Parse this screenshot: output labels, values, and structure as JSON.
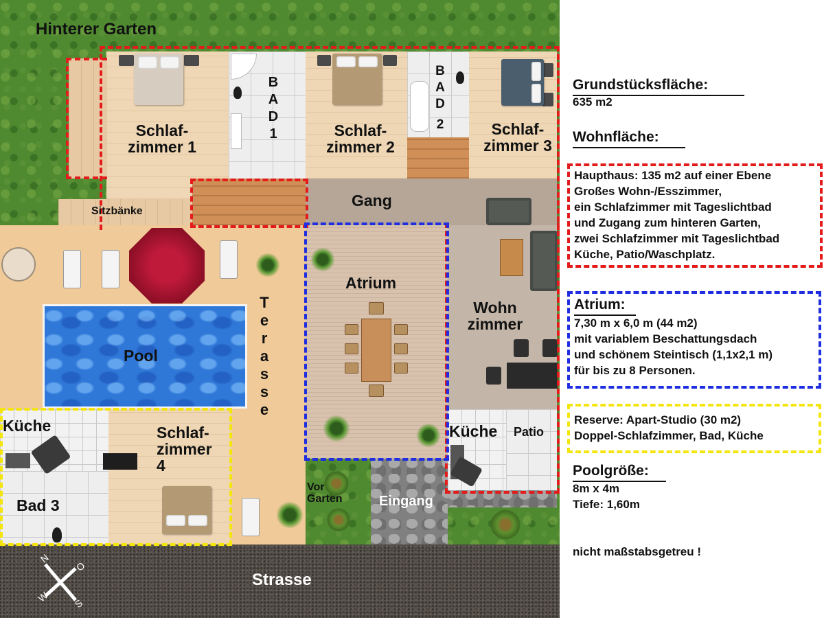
{
  "plan": {
    "hinterer_garten": "Hinterer Garten",
    "schlafzimmer_1": [
      "Schlaf-",
      "zimmer 1"
    ],
    "bad_1": [
      "B",
      "A",
      "D",
      "1"
    ],
    "schlafzimmer_2": [
      "Schlaf-",
      "zimmer 2"
    ],
    "bad_2": [
      "B",
      "A",
      "D",
      "2"
    ],
    "schlafzimmer_3": [
      "Schlaf-",
      "zimmer 3"
    ],
    "sitzbaenke": "Sitzbänke",
    "gang": "Gang",
    "atrium": "Atrium",
    "wohnzimmer": [
      "Wohn",
      "zimmer"
    ],
    "terasse": [
      "T",
      "e",
      "r",
      "a",
      "s",
      "s",
      "e"
    ],
    "pool": "Pool",
    "kueche_links": "Küche",
    "schlafzimmer_4": [
      "Schlaf-",
      "zimmer",
      "4"
    ],
    "bad_3": "Bad 3",
    "vorgarten": [
      "Vor",
      "Garten"
    ],
    "eingang": "Eingang",
    "kueche_rechts": "Küche",
    "patio": "Patio",
    "strasse": "Strasse",
    "compass": {
      "n": "N",
      "o": "O",
      "s": "S",
      "w": "W"
    }
  },
  "info": {
    "grundstueck_title": "Grundstücksfläche:",
    "grundstueck_value": "635 m2",
    "wohnflaeche_title": "Wohnfläche:",
    "haupthaus_lines": [
      "Haupthaus: 135 m2 auf einer Ebene",
      "Großes Wohn-/Esszimmer,",
      "ein Schlafzimmer mit Tageslichtbad",
      "und Zugang zum hinteren Garten,",
      "zwei Schlafzimmer mit Tageslichtbad",
      "Küche, Patio/Waschplatz."
    ],
    "atrium_title": "Atrium:",
    "atrium_lines": [
      "7,30 m x 6,0 m (44 m2)",
      "mit variablem Beschattungsdach",
      "und schönem Steintisch (1,1x2,1 m)",
      "für bis zu 8 Personen."
    ],
    "reserve_lines": [
      "Reserve: Apart-Studio (30 m2)",
      "Doppel-Schlafzimmer, Bad, Küche"
    ],
    "pool_title": "Poolgröße:",
    "pool_lines": [
      "8m x 4m",
      "Tiefe: 1,60m"
    ],
    "note": "nicht maßstabsgetreu !"
  },
  "colors": {
    "main_house_border": "#e31b1b",
    "atrium_border": "#1f2ee0",
    "reserve_border": "#f4e60c"
  }
}
